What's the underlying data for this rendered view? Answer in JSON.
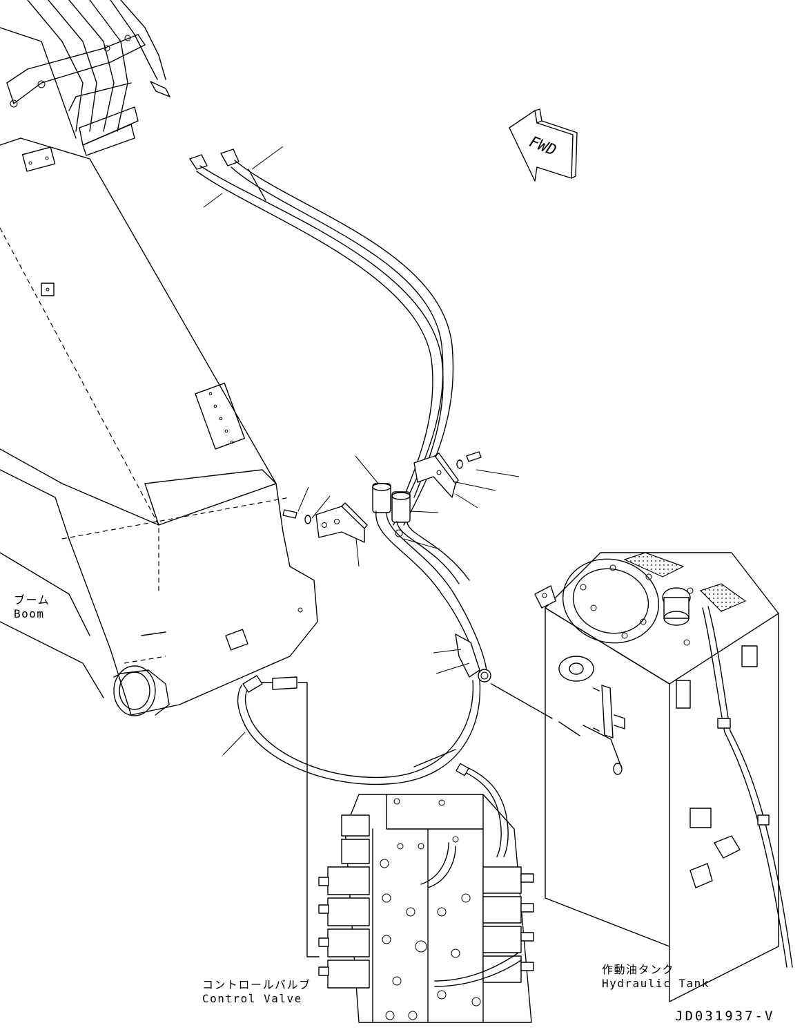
{
  "labels": {
    "boom_jp": "ブーム",
    "boom_en": "Boom",
    "control_valve_jp": "コントロールバルブ",
    "control_valve_en": "Control Valve",
    "tank_jp": "作動油タンク",
    "tank_en": "Hydraulic Tank",
    "direction_arrow": "FWD",
    "drawing_code": "JD031937-V"
  }
}
